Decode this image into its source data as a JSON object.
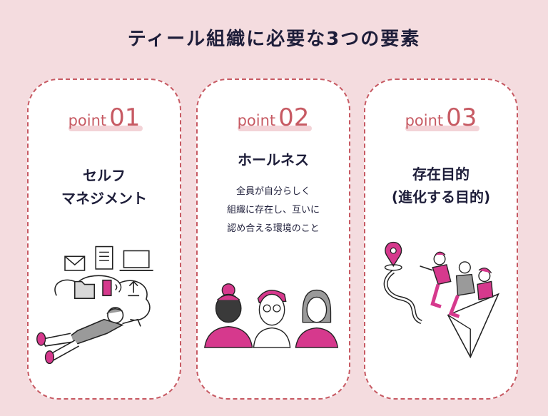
{
  "title": "ティール組織に必要な3つの要素",
  "cards": [
    {
      "point_word": "point",
      "point_num": "01",
      "heading_lines": [
        "セルフ",
        "マネジメント"
      ]
    },
    {
      "point_word": "point",
      "point_num": "02",
      "heading_lines": [
        "ホールネス"
      ],
      "desc_lines": [
        "全員が自分らしく",
        "組織に存在し、互いに",
        "認め合える環境のこと"
      ]
    },
    {
      "point_word": "point",
      "point_num": "03",
      "heading_lines": [
        "存在目的",
        "(進化する目的)"
      ]
    }
  ],
  "colors": {
    "accent": "#c75a63",
    "magenta": "#d6398d",
    "background": "#f4dcdf"
  }
}
